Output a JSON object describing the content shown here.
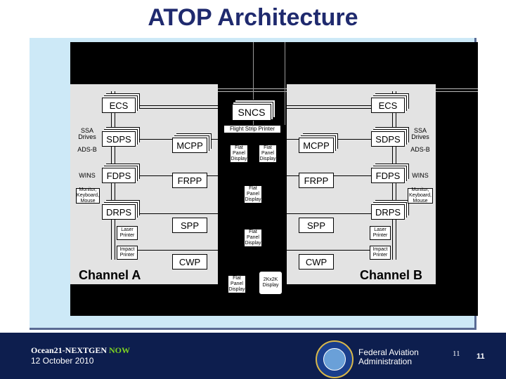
{
  "title": "ATOP Architecture",
  "diagram": {
    "center": {
      "sncs": "SNCS",
      "flight_strip_printer": "Flight Strip Printer",
      "flat_panel_display_a": "Flat Panel Display",
      "flat_panel_display_b": "Flat Panel Display",
      "flat_panel_display_c": "Flat Panel Display",
      "flat_panel_display_d": "Flat Panel Display",
      "flat_panel_display_e": "Flat Panel Display",
      "display_2k": "2Kx2K Display"
    },
    "channel_a": {
      "label": "Channel A",
      "ecs": "ECS",
      "sdps": "SDPS",
      "fdps": "FDPS",
      "drps": "DRPS",
      "mcpp": "MCPP",
      "frpp": "FRPP",
      "spp": "SPP",
      "cwp": "CWP",
      "ssa_drives": "SSA Drives",
      "ads_b": "ADS-B",
      "wins": "WINS",
      "monitor": "Monitor, Keyboard, Mouse",
      "laser_printer": "Laser Printer",
      "impact_printer": "Impact Printer"
    },
    "channel_b": {
      "label": "Channel B",
      "ecs": "ECS",
      "sdps": "SDPS",
      "fdps": "FDPS",
      "drps": "DRPS",
      "mcpp": "MCPP",
      "frpp": "FRPP",
      "spp": "SPP",
      "cwp": "CWP",
      "ssa_drives": "SSA Drives",
      "ads_b": "ADS-B",
      "wins": "WINS",
      "monitor": "Monitor, Keyboard, Mouse",
      "laser_printer": "Laser Printer",
      "impact_printer": "Impact Printer"
    }
  },
  "footer": {
    "event_prefix": "Ocean21-NEXTGEN ",
    "event_highlight": "NOW",
    "date": "12 October 2010",
    "agency_line1": "Federal Aviation",
    "agency_line2": "Administration",
    "page_number_serif": "11",
    "page_number": "11"
  },
  "colors": {
    "title": "#1f2a6e",
    "panel": "#cde9f7",
    "footer": "#0d1e4e",
    "highlight": "#7ed321"
  }
}
